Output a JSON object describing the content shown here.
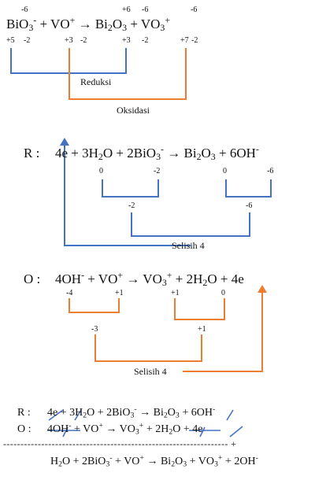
{
  "colors": {
    "reduction": "#4472c4",
    "oxidation": "#ed7d31",
    "text": "#111111"
  },
  "top": {
    "eq": [
      "BiO",
      "3",
      "-",
      " + VO",
      "+",
      " → Bi",
      "2",
      "O",
      "3",
      " + VO",
      "3",
      "+"
    ],
    "above": [
      "-6",
      "+6",
      "-6",
      "-6"
    ],
    "below": [
      "+5",
      "-2",
      "+3",
      "-2",
      "+3",
      "-2",
      "+7",
      "-2"
    ],
    "reduksi": "Reduksi",
    "oksidasi": "Oksidasi"
  },
  "r_section": {
    "prefix": "R  :",
    "eq": [
      "4e + 3H",
      "2",
      "O + 2BiO",
      "3",
      "-",
      " → Bi",
      "2",
      "O",
      "3",
      " + 6OH",
      "-"
    ],
    "ox_a": "0",
    "ox_b": "-2",
    "ox_c": "0",
    "ox_d": "-6",
    "sum_a": "-2",
    "sum_b": "-6",
    "diff": "Selisih 4"
  },
  "o_section": {
    "prefix": "O  :",
    "eq": [
      "4OH",
      "-",
      " + VO",
      "+",
      " → VO",
      "3",
      "+",
      " + 2H",
      "2",
      "O + 4e"
    ],
    "ox_a": "-4",
    "ox_b": "+1",
    "ox_c": "+1",
    "ox_d": "0",
    "sum_a": "-3",
    "sum_b": "+1",
    "diff": "Selisih 4"
  },
  "sum_section": {
    "r_prefix": "R  :",
    "r_eq": [
      "4e + 3H",
      "2",
      "O + 2BiO",
      "3",
      "-",
      " → Bi",
      "2",
      "O",
      "3",
      " + 6OH",
      "-"
    ],
    "o_prefix": "O  :",
    "o_eq": [
      "4OH",
      "-",
      " + VO",
      "+",
      " → VO",
      "3",
      "+",
      " + 2H",
      "2",
      "O + 4e"
    ],
    "dashes": "----------------------------------------------------------------- +",
    "result": [
      "H",
      "2",
      "O + 2BiO",
      "3",
      "-",
      " + VO",
      "+",
      " → Bi",
      "2",
      "O",
      "3",
      " + VO",
      "3",
      "+",
      " + 2OH",
      "-"
    ]
  }
}
